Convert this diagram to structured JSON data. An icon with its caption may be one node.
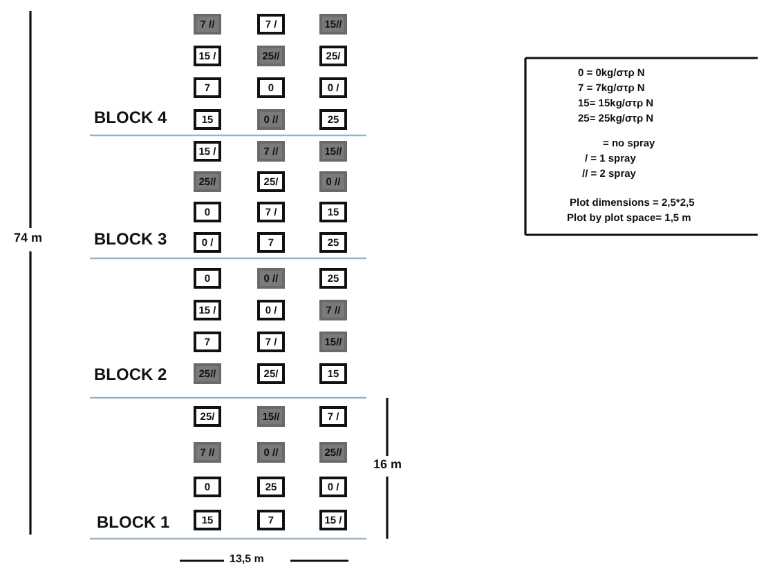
{
  "diagram": {
    "nodes": [
      {
        "text": [
          "7 //"
        ]
      },
      {
        "text": [
          "7 /"
        ]
      },
      {
        "text": [
          "15//"
        ]
      },
      {
        "text": [
          "15 /"
        ]
      },
      {
        "text": [
          "25//"
        ]
      },
      {
        "text": [
          "25/"
        ]
      },
      {
        "text": [
          "7"
        ]
      },
      {
        "text": [
          "0"
        ]
      },
      {
        "text": [
          "0 /"
        ]
      },
      {
        "text": [
          "15"
        ]
      },
      {
        "text": [
          "0 //"
        ]
      },
      {
        "text": [
          "25"
        ]
      },
      {
        "text": [
          "15 /"
        ]
      },
      {
        "text": [
          "7 //"
        ]
      },
      {
        "text": [
          "15//"
        ]
      },
      {
        "text": [
          "25//"
        ]
      },
      {
        "text": [
          "25/"
        ]
      },
      {
        "text": [
          "0 //"
        ]
      },
      {
        "text": [
          "0"
        ]
      },
      {
        "text": [
          "7 /"
        ]
      },
      {
        "text": [
          "15"
        ]
      },
      {
        "text": [
          "0 /"
        ]
      },
      {
        "text": [
          "7"
        ]
      },
      {
        "text": [
          "25"
        ]
      },
      {
        "text": [
          "0"
        ]
      },
      {
        "text": [
          "0 //"
        ]
      },
      {
        "text": [
          "25"
        ]
      },
      {
        "text": [
          "15 /"
        ]
      },
      {
        "text": [
          "0 /"
        ]
      },
      {
        "text": [
          "7 //"
        ]
      },
      {
        "text": [
          "7"
        ]
      },
      {
        "text": [
          "7 /"
        ]
      },
      {
        "text": [
          "15//"
        ]
      },
      {
        "text": [
          "25//"
        ]
      },
      {
        "text": [
          "25/"
        ]
      },
      {
        "text": [
          "15"
        ]
      },
      {
        "text": [
          "25/"
        ]
      },
      {
        "text": [
          "15//"
        ]
      },
      {
        "text": [
          "7 /"
        ]
      },
      {
        "text": [
          "7 //"
        ]
      },
      {
        "text": [
          "0 //"
        ]
      },
      {
        "text": [
          "25//"
        ]
      },
      {
        "text": [
          "0"
        ]
      },
      {
        "text": [
          "25"
        ]
      },
      {
        "text": [
          "0 /"
        ]
      },
      {
        "text": [
          "15"
        ]
      },
      {
        "text": [
          "7"
        ]
      },
      {
        "text": [
          "15 /"
        ]
      }
    ],
    "edges": [],
    "labels": [
      "BLOCK 4",
      "BLOCK 3",
      "BLOCK 2",
      "BLOCK 1",
      "74 m",
      "16 m",
      "13,5 m",
      "0 = 0kg/στρ N",
      "7 = 7kg/στρ N",
      "15= 15kg/στρ N",
      "25= 25kg/στρ N",
      "= no spray",
      "/ = 1 spray",
      "// = 2 spray",
      "Plot dimensions = 2,5*2,5",
      "Plot by plot space= 1,5 m"
    ]
  }
}
